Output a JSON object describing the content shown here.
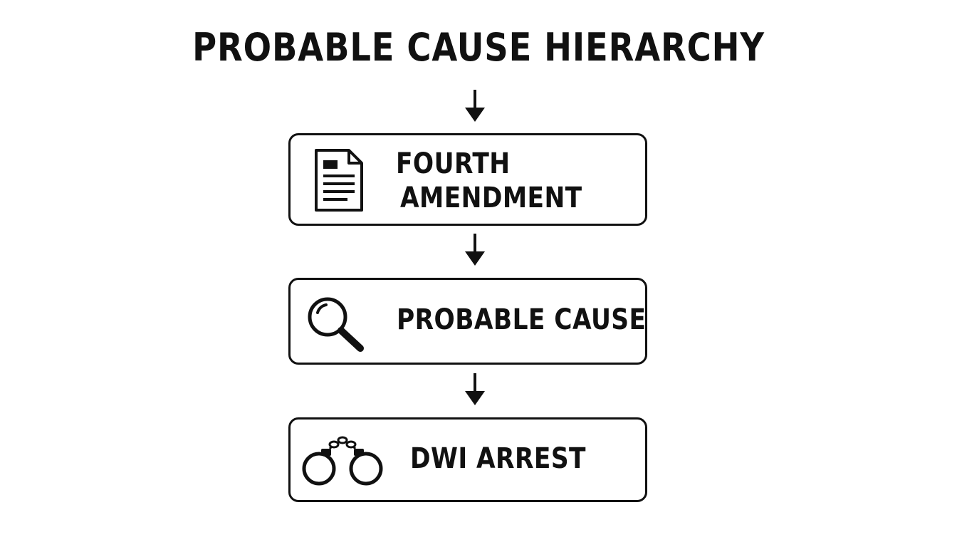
{
  "title": "PROBABLE CAUSE HIERARCHY",
  "steps": [
    {
      "label_line1": "FOURTH",
      "label_line2": "AMENDMENT",
      "icon": "document-icon"
    },
    {
      "label": "PROBABLE CAUSE",
      "icon": "magnifying-glass-icon"
    },
    {
      "label": "DWI ARREST",
      "icon": "handcuffs-icon"
    }
  ],
  "colors": {
    "stroke": "#111111",
    "background": "#ffffff"
  }
}
